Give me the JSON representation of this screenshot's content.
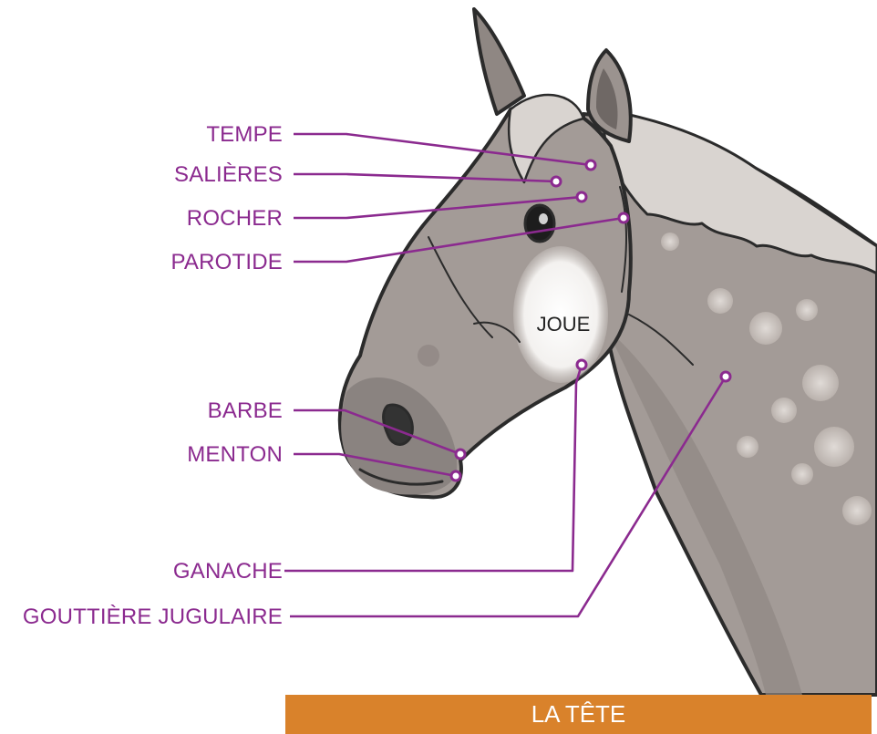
{
  "labels": {
    "tempe": "TEMPE",
    "salieres": "SALIÈRES",
    "rocher": "ROCHER",
    "parotide": "PAROTIDE",
    "joue": "JOUE",
    "barbe": "BARBE",
    "menton": "MENTON",
    "ganache": "GANACHE",
    "gouttiere_jugulaire": "GOUTTIÈRE JUGULAIRE"
  },
  "banner": {
    "title": "LA TÊTE"
  },
  "colors": {
    "label": "#8b2a8f",
    "banner": "#d9822b",
    "coat": "#a39b97",
    "mane": "#d9d4d0"
  }
}
